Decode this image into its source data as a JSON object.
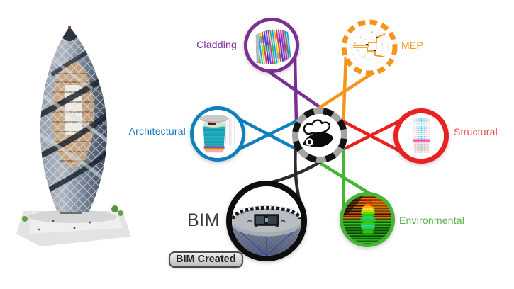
{
  "diagram": {
    "hub": {
      "icon": "gherkin-sketch-logo",
      "ring_black": "#121212",
      "ring_gray": "#a3a3a3"
    },
    "nodes": [
      {
        "id": "cladding",
        "label": "Cladding",
        "color": "#7b2f92",
        "label_color": "#7b3097"
      },
      {
        "id": "mep",
        "label": "MEP",
        "color": "#f7941e",
        "label_color": "#f7941e"
      },
      {
        "id": "architectural",
        "label": "Architectural",
        "color": "#1080bd",
        "label_color": "#1579b5"
      },
      {
        "id": "structural",
        "label": "Structural",
        "color": "#e9211f",
        "label_color": "#ef4b46"
      },
      {
        "id": "environmental",
        "label": "Environmental",
        "color": "#45b536",
        "label_color": "#5faf51"
      },
      {
        "id": "bim",
        "label": "BIM",
        "color": "#0d0d0d",
        "label_color": "#383838"
      }
    ],
    "badge": {
      "label": "BIM Created"
    }
  }
}
